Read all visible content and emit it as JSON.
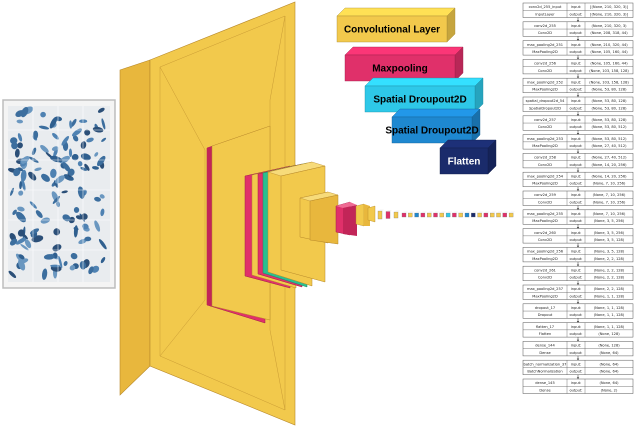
{
  "legend": [
    {
      "label": "Convolutional Layer",
      "color": "#F2C94C",
      "text_color": "#000000"
    },
    {
      "label": "Maxpooling",
      "color": "#E0306A",
      "text_color": "#000000"
    },
    {
      "label": "Spatial Droupout2D",
      "color": "#2EC8E8",
      "text_color": "#000000"
    },
    {
      "label": "Spatial Droupout2D",
      "color": "#1E88D0",
      "text_color": "#000000"
    },
    {
      "label": "Flatten",
      "color": "#1A2B6B",
      "text_color": "#ffffff"
    }
  ],
  "colors": {
    "conv": "#F2C94C",
    "conv_side": "#D9A93A",
    "pool": "#E0306A",
    "drop_cyan": "#2EC8E8",
    "drop_blue": "#1E88D0",
    "flatten": "#1A2B6B",
    "green": "#2BBF8F",
    "sample_blue": "#3C6E9E"
  },
  "input_image": {
    "icon": "input-sample-image"
  },
  "layers": [
    {
      "name": "conv2d_255_input",
      "type": "InputLayer",
      "input": "[(None, 210, 320, 3)]",
      "output": "[(None, 210, 320, 3)]"
    },
    {
      "name": "conv2d_255",
      "type": "Conv2D",
      "input": "(None, 210, 320, 3)",
      "output": "(None, 208, 318, 44)"
    },
    {
      "name": "max_pooling2d_251",
      "type": "MaxPooling2D",
      "input": "(None, 210, 320, 44)",
      "output": "(None, 105, 160, 44)"
    },
    {
      "name": "conv2d_256",
      "type": "Conv2D",
      "input": "(None, 105, 160, 44)",
      "output": "(None, 103, 158, 128)"
    },
    {
      "name": "max_pooling2d_252",
      "type": "MaxPooling2D",
      "input": "(None, 103, 158, 128)",
      "output": "(None, 53, 80, 128)"
    },
    {
      "name": "spatial_dropout2d_54",
      "type": "SpatialDropout2D",
      "input": "(None, 53, 80, 128)",
      "output": "(None, 53, 80, 128)"
    },
    {
      "name": "conv2d_257",
      "type": "Conv2D",
      "input": "(None, 53, 80, 128)",
      "output": "(None, 53, 80, 512)"
    },
    {
      "name": "max_pooling2d_253",
      "type": "MaxPooling2D",
      "input": "(None, 53, 80, 512)",
      "output": "(None, 27, 40, 512)"
    },
    {
      "name": "conv2d_258",
      "type": "Conv2D",
      "input": "(None, 27, 40, 512)",
      "output": "(None, 14, 20, 256)"
    },
    {
      "name": "max_pooling2d_254",
      "type": "MaxPooling2D",
      "input": "(None, 14, 20, 256)",
      "output": "(None, 7, 10, 256)"
    },
    {
      "name": "conv2d_259",
      "type": "Conv2D",
      "input": "(None, 7, 10, 256)",
      "output": "(None, 7, 10, 256)"
    },
    {
      "name": "max_pooling2d_255",
      "type": "MaxPooling2D",
      "input": "(None, 7, 10, 256)",
      "output": "(None, 3, 5, 256)"
    },
    {
      "name": "conv2d_260",
      "type": "Conv2D",
      "input": "(None, 3, 5, 256)",
      "output": "(None, 3, 5, 128)"
    },
    {
      "name": "max_pooling2d_256",
      "type": "MaxPooling2D",
      "input": "(None, 3, 5, 128)",
      "output": "(None, 2, 2, 128)"
    },
    {
      "name": "conv2d_261",
      "type": "Conv2D",
      "input": "(None, 2, 2, 128)",
      "output": "(None, 2, 2, 128)"
    },
    {
      "name": "max_pooling2d_257",
      "type": "MaxPooling2D",
      "input": "(None, 2, 2, 128)",
      "output": "(None, 1, 1, 128)"
    },
    {
      "name": "dropout_17",
      "type": "Dropout",
      "input": "(None, 1, 1, 128)",
      "output": "(None, 1, 1, 128)"
    },
    {
      "name": "flatten_17",
      "type": "Flatten",
      "input": "(None, 1, 1, 128)",
      "output": "(None, 128)"
    },
    {
      "name": "dense_144",
      "type": "Dense",
      "input": "(None, 128)",
      "output": "(None, 64)"
    },
    {
      "name": "batch_normalization_37",
      "type": "BatchNormalization",
      "input": "(None, 64)",
      "output": "(None, 64)"
    },
    {
      "name": "dense_145",
      "type": "Dense",
      "input": "(None, 64)",
      "output": "(None, 2)"
    }
  ]
}
